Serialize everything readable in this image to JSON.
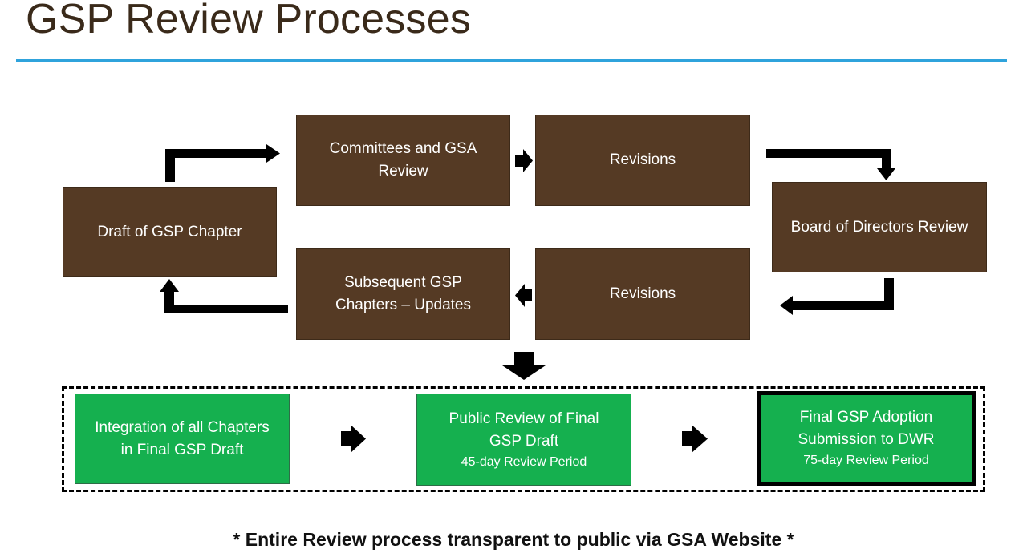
{
  "page": {
    "title": "GSP Review Processes",
    "footer": "* Entire Review process transparent to public via GSA Website  *"
  },
  "diagram": {
    "boxes": {
      "draft": "Draft of GSP Chapter",
      "committees_line1": "Committees and GSA",
      "committees_line2": "Review",
      "revisions_top": "Revisions",
      "board": "Board of Directors Review",
      "revisions_bottom": "Revisions",
      "subsequent_line1": "Subsequent GSP",
      "subsequent_line2": "Chapters – Updates"
    },
    "final_stage": {
      "integration_line1": "Integration of all Chapters",
      "integration_line2": "in Final GSP Draft",
      "public_line1": "Public Review of Final",
      "public_line2": "GSP Draft",
      "public_period": "45-day Review Period",
      "adoption_line1": "Final GSP Adoption",
      "adoption_line2": "Submission to DWR",
      "adoption_period": "75-day Review Period"
    },
    "colors": {
      "brown_box": "#553a24",
      "green_box": "#15b04f",
      "title_text": "#3a2a1a",
      "rule": "#2fa3dc",
      "arrows": "#000000"
    }
  }
}
